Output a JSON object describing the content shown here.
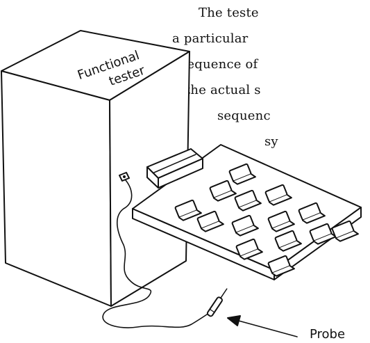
{
  "diagram": {
    "box_label": [
      "Functional",
      "tester"
    ],
    "probe_label": "Probe"
  },
  "paragraph": {
    "lines": [
      "The teste",
      "a particular",
      "sequence of",
      "the actual s",
      "sequenc",
      "sy"
    ]
  }
}
